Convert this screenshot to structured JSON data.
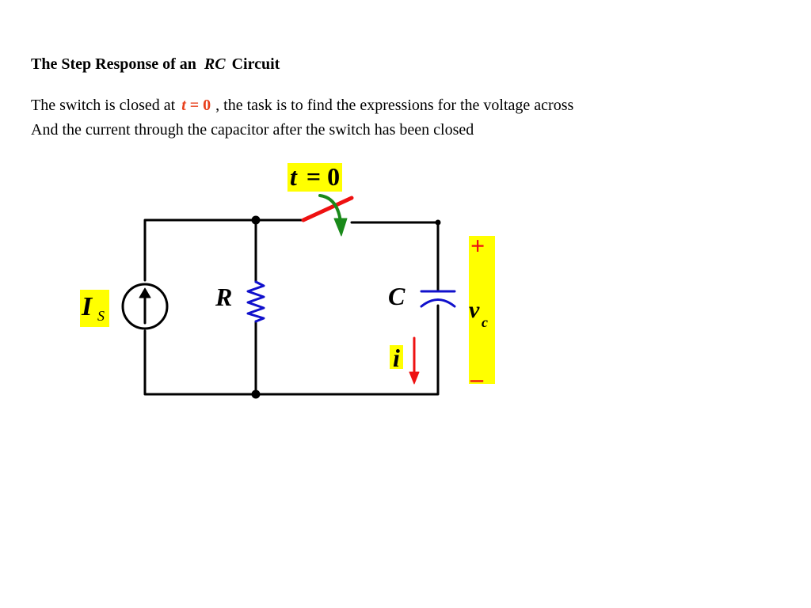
{
  "title": {
    "prefix": "The Step Response of an",
    "emphasis": "RC",
    "suffix": "Circuit"
  },
  "description": {
    "line1_before": "The switch is closed at",
    "line1_var": "t",
    "line1_eq": " = 0",
    "line1_after": ", the task is to find the expressions for the voltage across",
    "line2": "And the current through the capacitor after the switch has been closed"
  },
  "circuit": {
    "switch_time": {
      "var": "t",
      "eq": "= 0"
    },
    "source": {
      "symbol": "I",
      "subscript": "S"
    },
    "resistor": {
      "label": "R"
    },
    "capacitor": {
      "label": "C"
    },
    "current": {
      "label": "i"
    },
    "voltage": {
      "plus": "+",
      "symbol": "v",
      "subscript": "c",
      "minus": "–"
    },
    "colors": {
      "wire": "#000000",
      "resistor": "#1010cc",
      "capacitor": "#1010cc",
      "switch_blade": "#ee1111",
      "switch_arrow": "#1a8a1a",
      "current_arrow": "#ee1111",
      "highlight": "#ffff00",
      "polarity": "#ee1111",
      "accent_text": "#e8401c"
    }
  }
}
